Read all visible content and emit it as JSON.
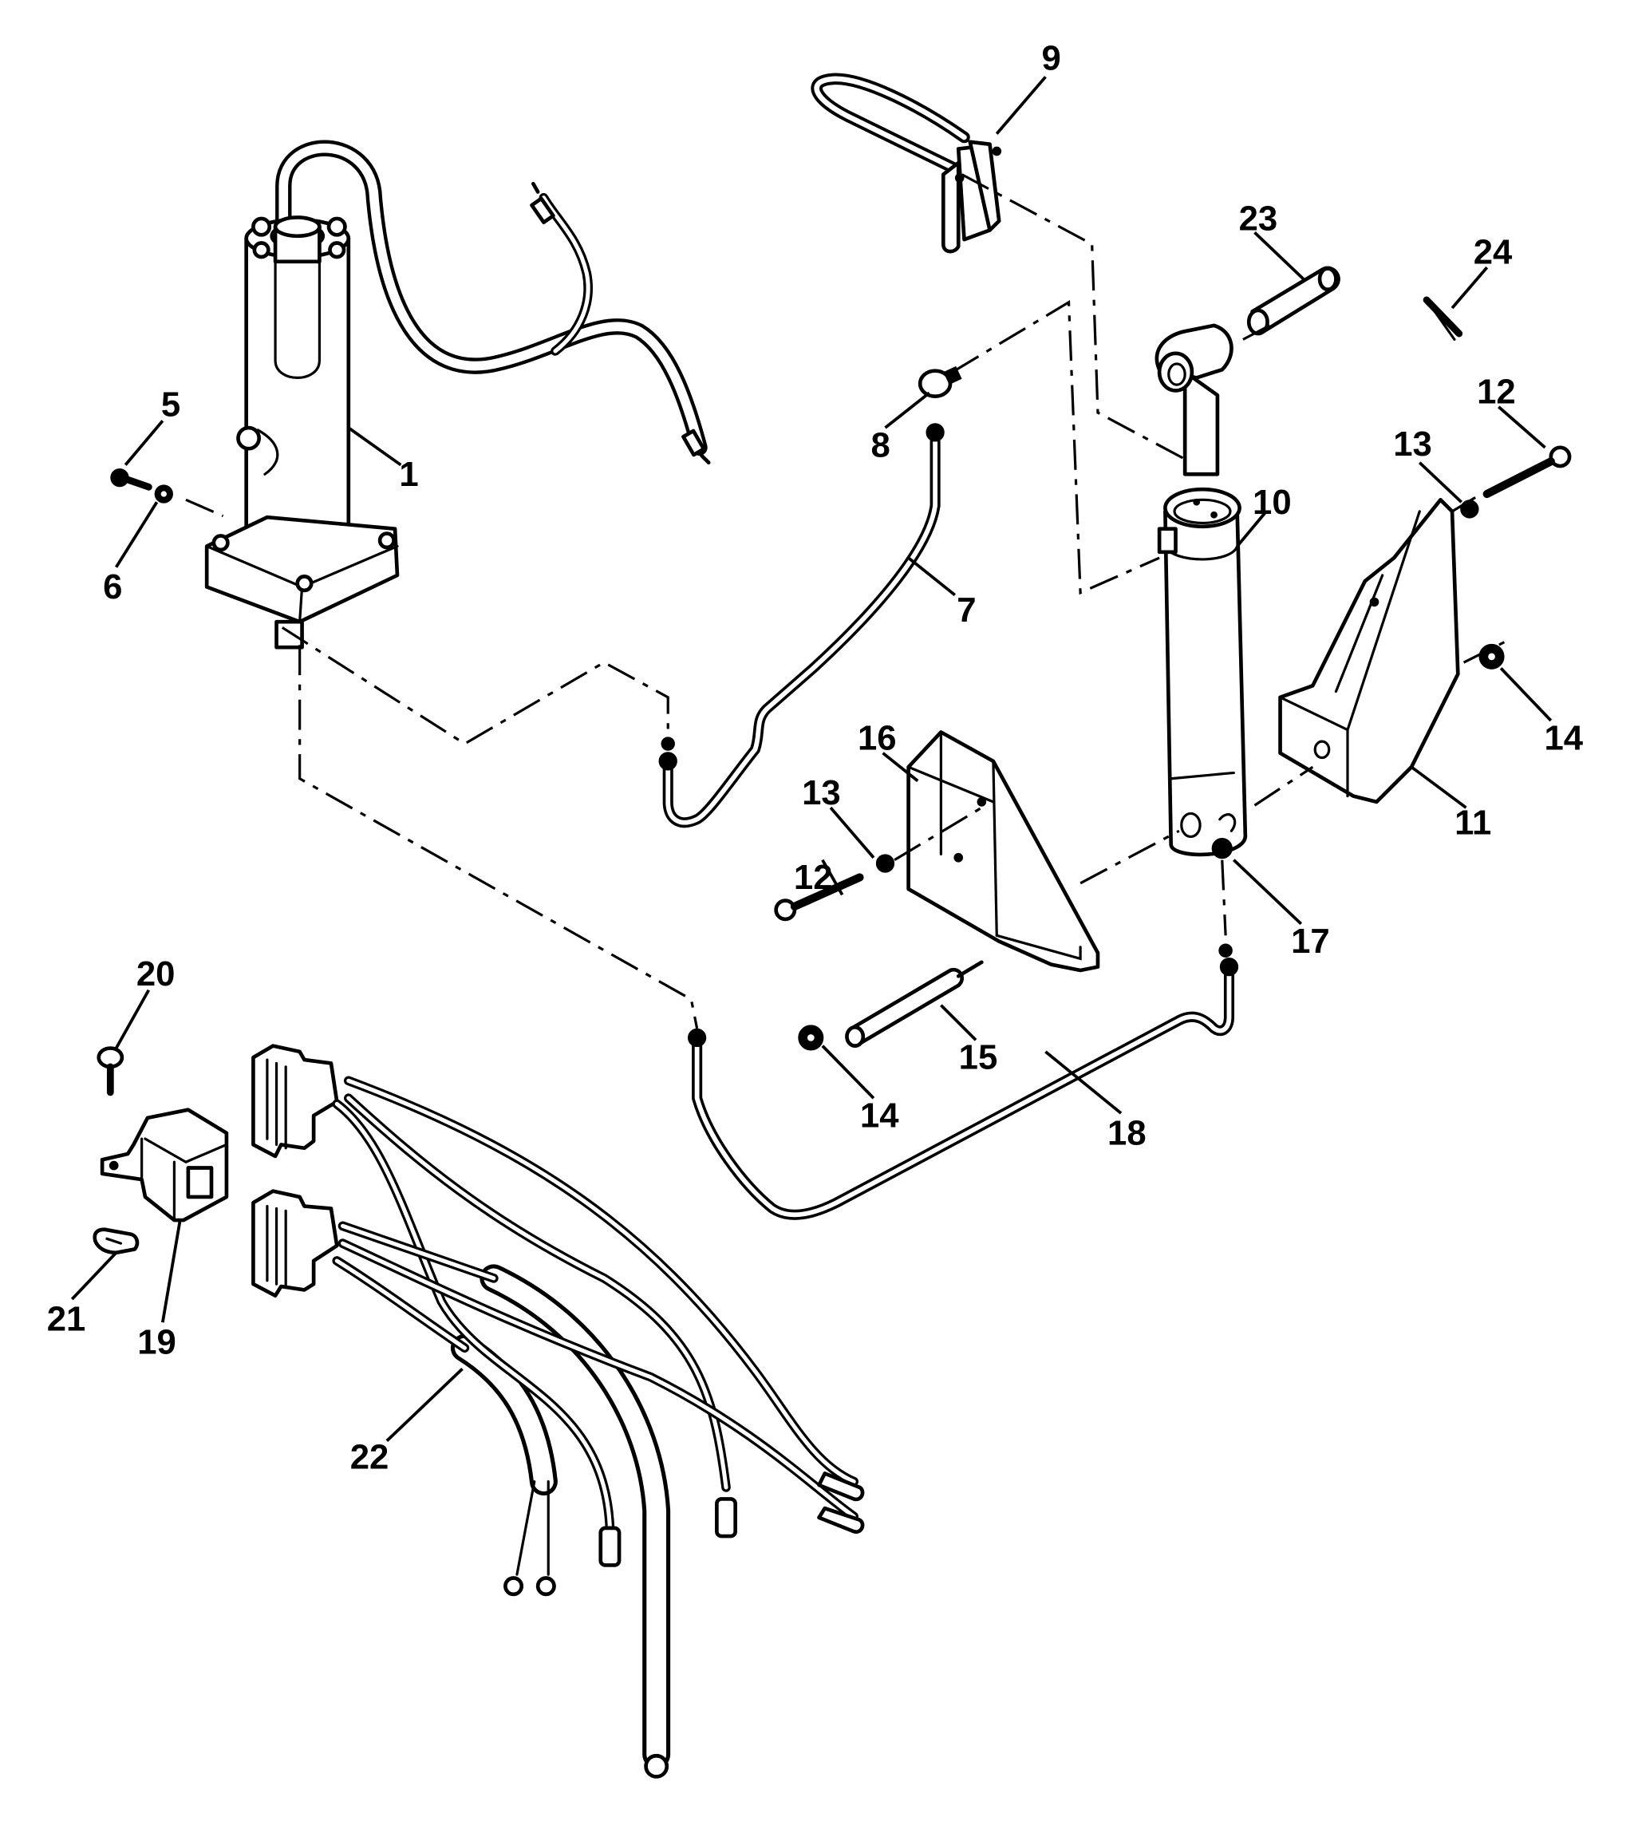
{
  "diagram": {
    "type": "exploded-parts-diagram",
    "subject": "Power trim pump, trim cylinder, mounting brackets, hydraulic lines and wiring harness",
    "callouts": [
      {
        "id": "c1",
        "label": "1",
        "part": "pump-motor-assembly"
      },
      {
        "id": "c5",
        "label": "5",
        "part": "screw"
      },
      {
        "id": "c6",
        "label": "6",
        "part": "washer"
      },
      {
        "id": "c7",
        "label": "7",
        "part": "hydraulic-line-up"
      },
      {
        "id": "c8",
        "label": "8",
        "part": "elbow-fitting"
      },
      {
        "id": "c9",
        "label": "9",
        "part": "bracket-clip"
      },
      {
        "id": "c10",
        "label": "10",
        "part": "trim-cylinder"
      },
      {
        "id": "c11",
        "label": "11",
        "part": "right-mounting-bracket"
      },
      {
        "id": "c12a",
        "label": "12",
        "part": "bolt"
      },
      {
        "id": "c12b",
        "label": "12",
        "part": "bolt"
      },
      {
        "id": "c13a",
        "label": "13",
        "part": "washer"
      },
      {
        "id": "c13b",
        "label": "13",
        "part": "washer"
      },
      {
        "id": "c14a",
        "label": "14",
        "part": "nut"
      },
      {
        "id": "c14b",
        "label": "14",
        "part": "nut"
      },
      {
        "id": "c15",
        "label": "15",
        "part": "pin"
      },
      {
        "id": "c16",
        "label": "16",
        "part": "left-mounting-bracket"
      },
      {
        "id": "c17",
        "label": "17",
        "part": "fitting"
      },
      {
        "id": "c18",
        "label": "18",
        "part": "hydraulic-line-down"
      },
      {
        "id": "c19",
        "label": "19",
        "part": "relay"
      },
      {
        "id": "c20",
        "label": "20",
        "part": "screw"
      },
      {
        "id": "c21",
        "label": "21",
        "part": "clip"
      },
      {
        "id": "c22",
        "label": "22",
        "part": "wiring-harness"
      },
      {
        "id": "c23",
        "label": "23",
        "part": "pivot-pin"
      },
      {
        "id": "c24",
        "label": "24",
        "part": "cotter-pin"
      }
    ]
  }
}
